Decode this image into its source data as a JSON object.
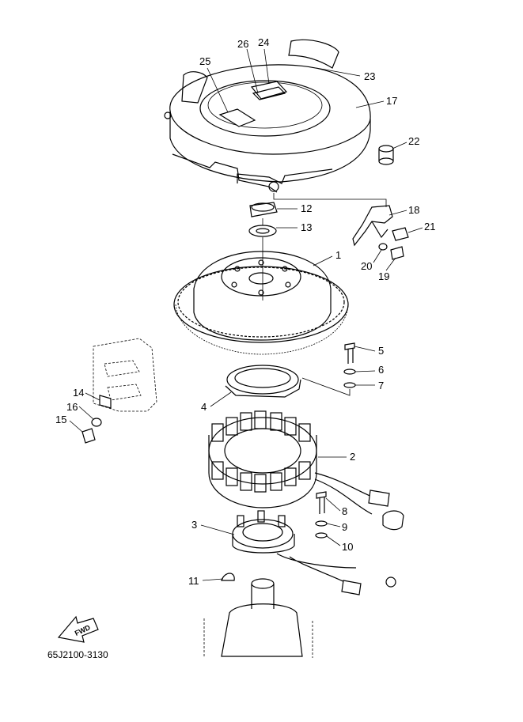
{
  "diagram_code": "65J2100-3130",
  "fwd_label": "FWD",
  "callouts": [
    {
      "id": "p1",
      "label": "1"
    },
    {
      "id": "p2",
      "label": "2"
    },
    {
      "id": "p3",
      "label": "3"
    },
    {
      "id": "p4",
      "label": "4"
    },
    {
      "id": "p5",
      "label": "5"
    },
    {
      "id": "p6",
      "label": "6"
    },
    {
      "id": "p7",
      "label": "7"
    },
    {
      "id": "p8",
      "label": "8"
    },
    {
      "id": "p9",
      "label": "9"
    },
    {
      "id": "p10",
      "label": "10"
    },
    {
      "id": "p11",
      "label": "11"
    },
    {
      "id": "p12",
      "label": "12"
    },
    {
      "id": "p13",
      "label": "13"
    },
    {
      "id": "p14",
      "label": "14"
    },
    {
      "id": "p15",
      "label": "15"
    },
    {
      "id": "p16",
      "label": "16"
    },
    {
      "id": "p17",
      "label": "17"
    },
    {
      "id": "p18",
      "label": "18"
    },
    {
      "id": "p19",
      "label": "19"
    },
    {
      "id": "p20",
      "label": "20"
    },
    {
      "id": "p21",
      "label": "21"
    },
    {
      "id": "p22",
      "label": "22"
    },
    {
      "id": "p23",
      "label": "23"
    },
    {
      "id": "p24",
      "label": "24"
    },
    {
      "id": "p25",
      "label": "25"
    },
    {
      "id": "p26",
      "label": "26"
    }
  ]
}
